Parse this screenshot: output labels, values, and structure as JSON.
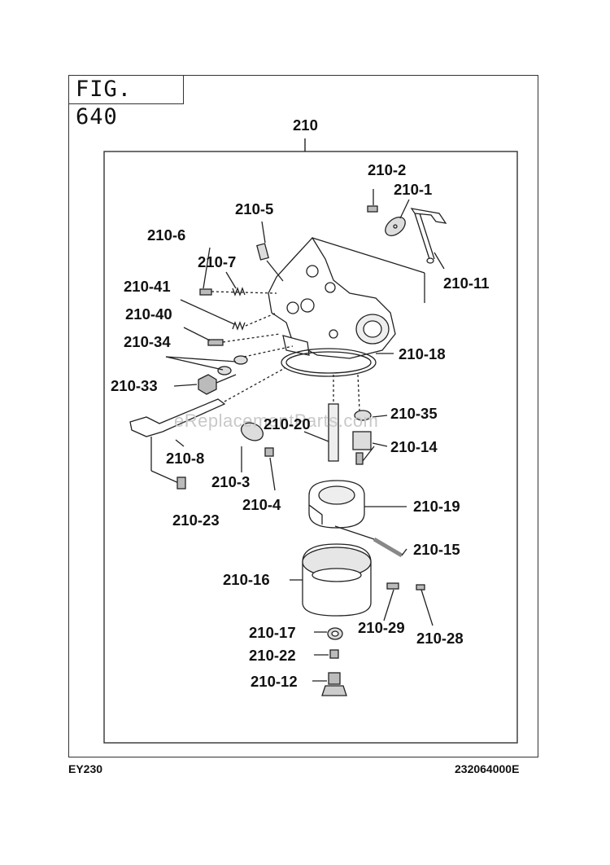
{
  "figure": {
    "label": "FIG. 640"
  },
  "assembly_label": "210",
  "watermark": "eReplacementParts.com",
  "footer": {
    "model": "EY230",
    "part_number": "232064000E"
  },
  "callouts": {
    "c210_2": "210-2",
    "c210_1": "210-1",
    "c210_5": "210-5",
    "c210_6": "210-6",
    "c210_7": "210-7",
    "c210_11": "210-11",
    "c210_41": "210-41",
    "c210_40": "210-40",
    "c210_34": "210-34",
    "c210_18": "210-18",
    "c210_33": "210-33",
    "c210_35": "210-35",
    "c210_20": "210-20",
    "c210_14": "210-14",
    "c210_8": "210-8",
    "c210_3": "210-3",
    "c210_4": "210-4",
    "c210_23": "210-23",
    "c210_19": "210-19",
    "c210_15": "210-15",
    "c210_16": "210-16",
    "c210_29": "210-29",
    "c210_28": "210-28",
    "c210_17": "210-17",
    "c210_22": "210-22",
    "c210_12": "210-12"
  }
}
